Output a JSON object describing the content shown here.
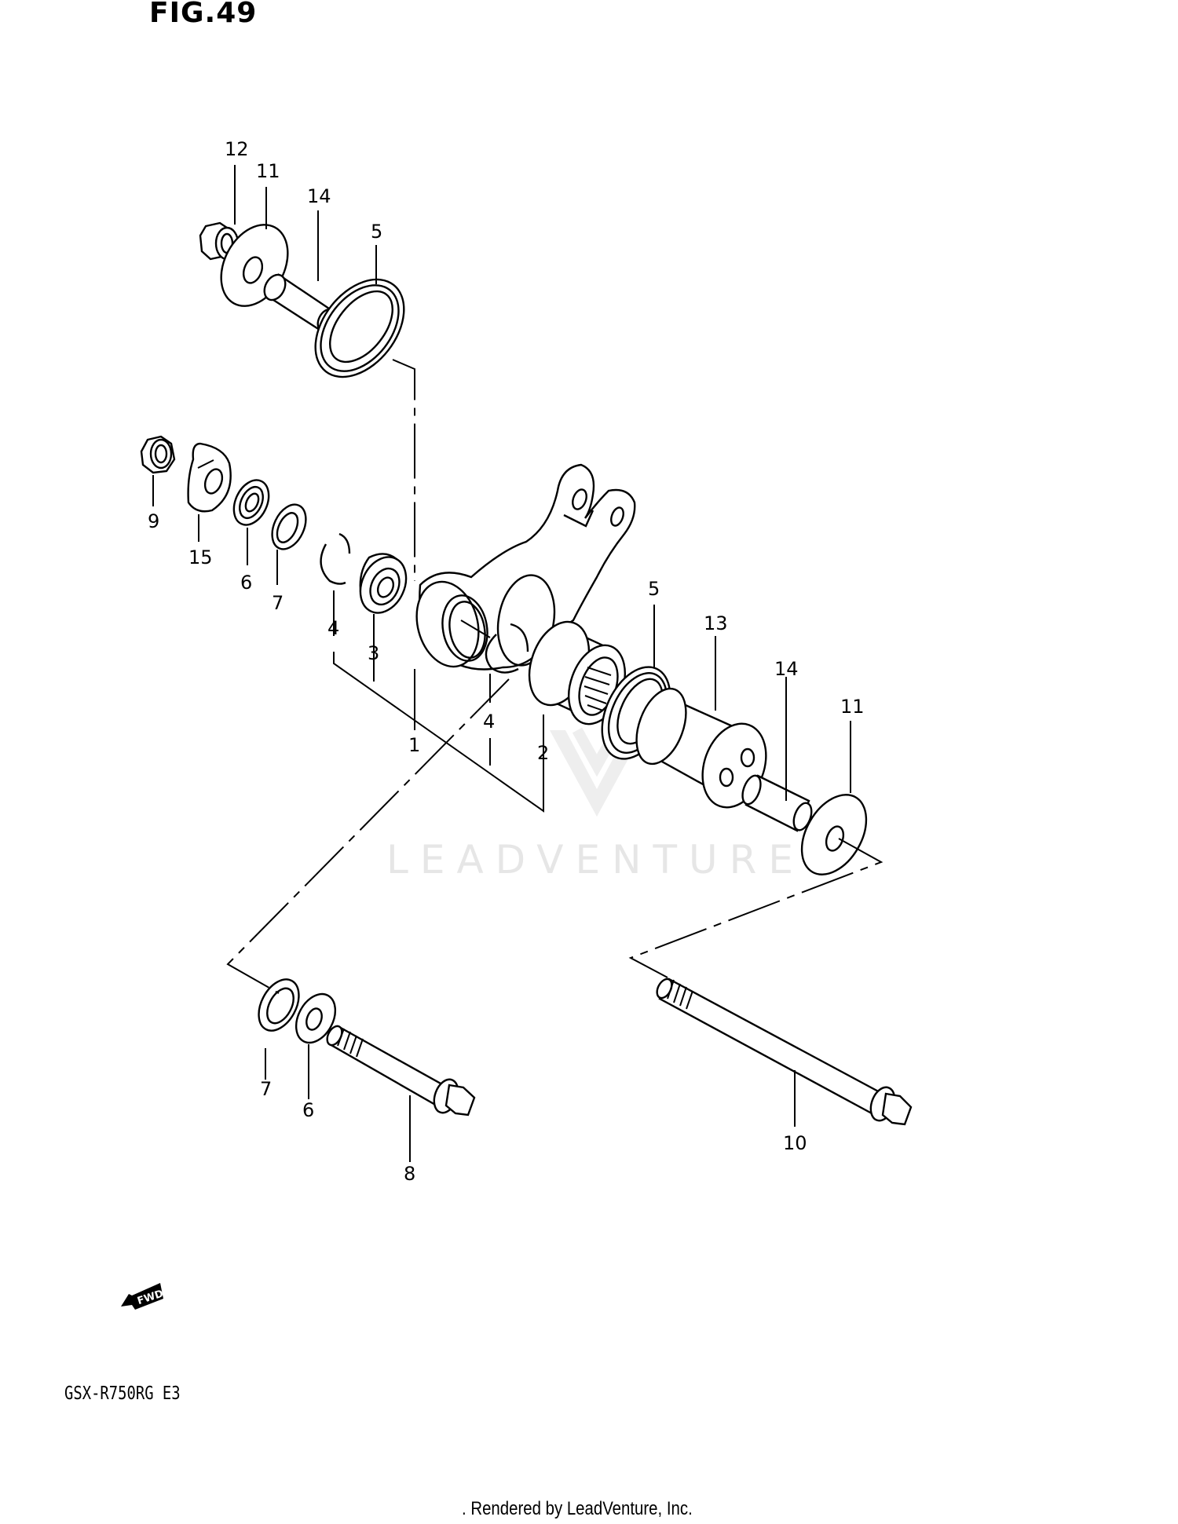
{
  "figure": {
    "title": "FIG.49",
    "model_code": "GSX-R750RG  E3",
    "credit": ". Rendered by LeadVenture, Inc.",
    "watermark": "LEADVENTURE",
    "fwd_label": "FWD"
  },
  "callouts": [
    {
      "id": "c12a",
      "number": "12",
      "part": "Nut"
    },
    {
      "id": "c11a",
      "number": "11",
      "part": "Washer"
    },
    {
      "id": "c14a",
      "number": "14",
      "part": "Spacer"
    },
    {
      "id": "c5a",
      "number": "5",
      "part": "Oil seal"
    },
    {
      "id": "c9",
      "number": "9",
      "part": "Nut"
    },
    {
      "id": "c15",
      "number": "15",
      "part": "Plate"
    },
    {
      "id": "c6a",
      "number": "6",
      "part": "Washer"
    },
    {
      "id": "c7a",
      "number": "7",
      "part": "Seal"
    },
    {
      "id": "c4a",
      "number": "4",
      "part": "Circlip"
    },
    {
      "id": "c3",
      "number": "3",
      "part": "Bearing"
    },
    {
      "id": "c1",
      "number": "1",
      "part": "Cushion lever"
    },
    {
      "id": "c4b",
      "number": "4",
      "part": "Circlip"
    },
    {
      "id": "c2",
      "number": "2",
      "part": "Needle bearing"
    },
    {
      "id": "c5b",
      "number": "5",
      "part": "Oil seal"
    },
    {
      "id": "c13",
      "number": "13",
      "part": "Spacer"
    },
    {
      "id": "c14b",
      "number": "14",
      "part": "Spacer"
    },
    {
      "id": "c11b",
      "number": "11",
      "part": "Washer"
    },
    {
      "id": "c7b",
      "number": "7",
      "part": "Seal"
    },
    {
      "id": "c6b",
      "number": "6",
      "part": "Washer"
    },
    {
      "id": "c8",
      "number": "8",
      "part": "Bolt"
    },
    {
      "id": "c10",
      "number": "10",
      "part": "Bolt"
    }
  ]
}
